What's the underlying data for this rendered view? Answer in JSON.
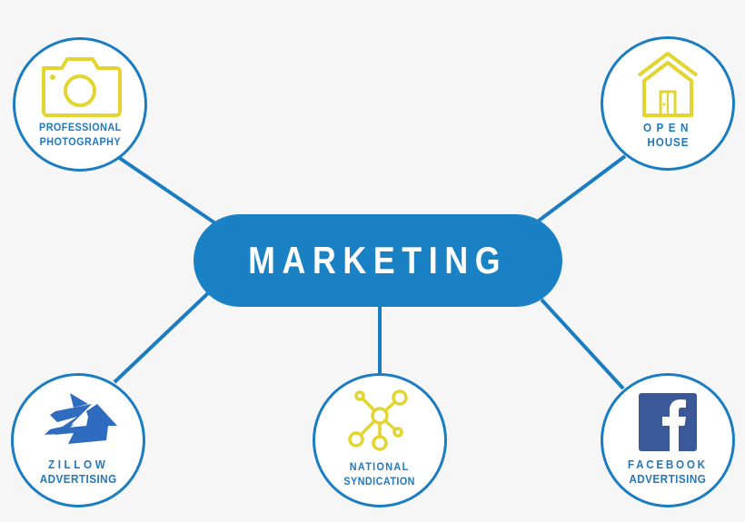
{
  "diagram": {
    "title": "MARKETING",
    "colors": {
      "primary_blue": "#1a82c4",
      "label_blue": "#2278bd",
      "icon_yellow": "#e2d530",
      "facebook_blue": "#3b5998",
      "background": "#f6f6f6"
    },
    "nodes": [
      {
        "id": "professional-photography",
        "line1": "PROFESSIONAL",
        "line2": "PHOTOGRAPHY",
        "icon": "camera-icon"
      },
      {
        "id": "open-house",
        "line1": "OPEN",
        "line2": "HOUSE",
        "icon": "house-icon"
      },
      {
        "id": "zillow-advertising",
        "line1": "ZILLOW",
        "line2": "ADVERTISING",
        "icon": "zillow-logo-icon"
      },
      {
        "id": "national-syndication",
        "line1": "NATIONAL",
        "line2": "SYNDICATION",
        "icon": "network-icon"
      },
      {
        "id": "facebook-advertising",
        "line1": "FACEBOOK",
        "line2": "ADVERTISING",
        "icon": "facebook-logo-icon"
      }
    ],
    "edges": [
      [
        "MARKETING",
        "PROFESSIONAL PHOTOGRAPHY"
      ],
      [
        "MARKETING",
        "OPEN HOUSE"
      ],
      [
        "MARKETING",
        "ZILLOW ADVERTISING"
      ],
      [
        "MARKETING",
        "NATIONAL SYNDICATION"
      ],
      [
        "MARKETING",
        "FACEBOOK ADVERTISING"
      ]
    ]
  }
}
